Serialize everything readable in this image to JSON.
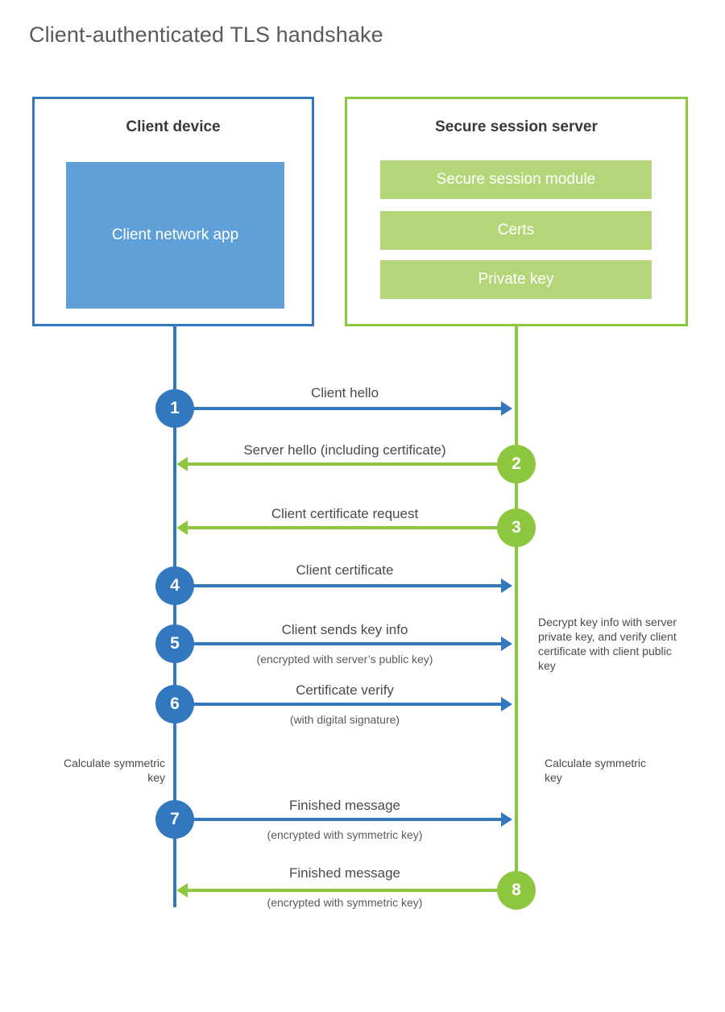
{
  "title": "Client-authenticated TLS handshake",
  "colors": {
    "client_blue": "#3278be",
    "client_app_fill": "#5fa0d9",
    "server_green": "#8dc63f",
    "server_bar_fill": "#b5d678",
    "title_text": "#5a5a5a",
    "body_text": "#4a4a4a",
    "background": "#ffffff"
  },
  "client": {
    "title": "Client device",
    "app_label": "Client network app"
  },
  "server": {
    "title": "Secure session server",
    "modules": [
      "Secure session module",
      "Certs",
      "Private key"
    ]
  },
  "steps": [
    {
      "number": "1",
      "label": "Client hello",
      "sub": "",
      "direction": "client-to-server",
      "color": "blue"
    },
    {
      "number": "2",
      "label": "Server hello (including certificate)",
      "sub": "",
      "direction": "server-to-client",
      "color": "green"
    },
    {
      "number": "3",
      "label": "Client certificate request",
      "sub": "",
      "direction": "server-to-client",
      "color": "green"
    },
    {
      "number": "4",
      "label": "Client certificate",
      "sub": "",
      "direction": "client-to-server",
      "color": "blue"
    },
    {
      "number": "5",
      "label": "Client sends key info",
      "sub": "(encrypted with server’s public key)",
      "direction": "client-to-server",
      "color": "blue"
    },
    {
      "number": "6",
      "label": "Certificate verify",
      "sub": "(with digital signature)",
      "direction": "client-to-server",
      "color": "blue"
    },
    {
      "number": "7",
      "label": "Finished message",
      "sub": "(encrypted with symmetric key)",
      "direction": "client-to-server",
      "color": "blue"
    },
    {
      "number": "8",
      "label": "Finished message",
      "sub": "(encrypted with symmetric key)",
      "direction": "server-to-client",
      "color": "green"
    }
  ],
  "notes": {
    "server_decrypt": "Decrypt key info with server private key, and verify client certificate with client public key",
    "client_calculate": "Calculate symmetric key",
    "server_calculate": "Calculate symmetric key"
  }
}
